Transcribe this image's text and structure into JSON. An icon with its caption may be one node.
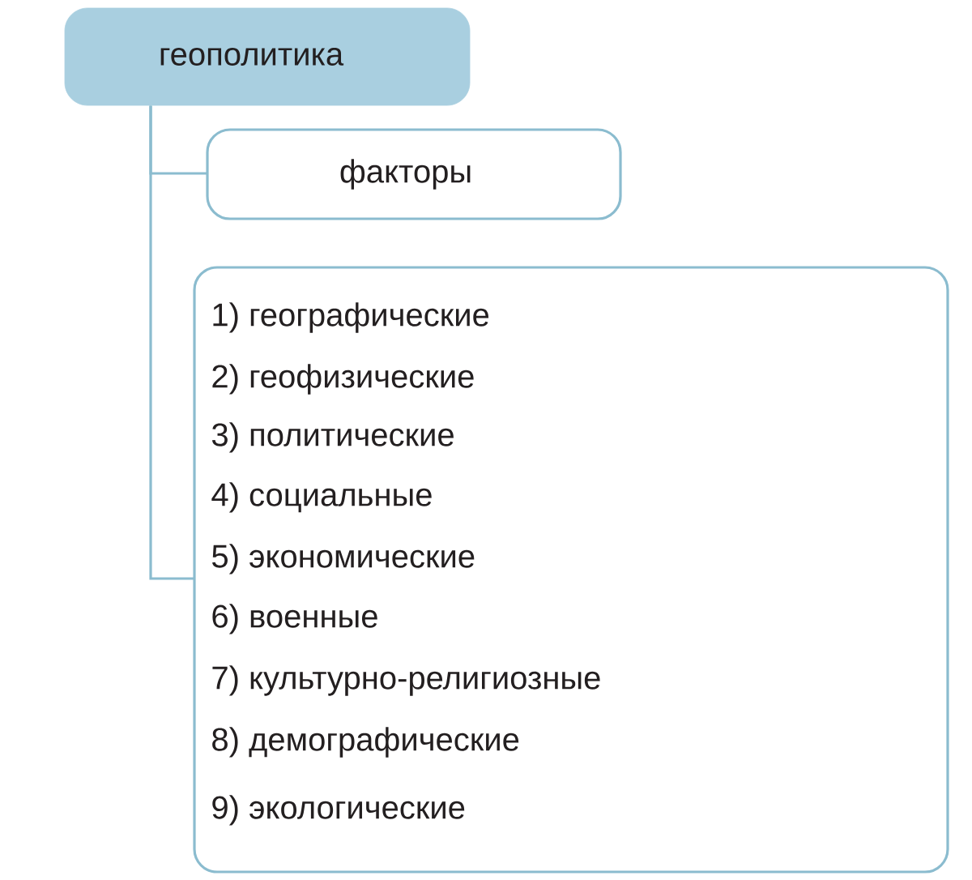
{
  "diagram": {
    "nodes": [
      {
        "text": [
          "геополитика"
        ]
      },
      {
        "text": [
          "факторы"
        ]
      },
      {
        "text": [
          "1) географические",
          "2) геофизические",
          "3) политические",
          "4) социальные",
          "5) экономические",
          "6) военные",
          "7) культурно-религиозные",
          "8) демографические",
          "9) экологические"
        ]
      }
    ],
    "edges": [
      {
        "from": 0,
        "to": 1,
        "arrow": "none"
      },
      {
        "from": 0,
        "to": 2,
        "arrow": "none"
      }
    ]
  }
}
